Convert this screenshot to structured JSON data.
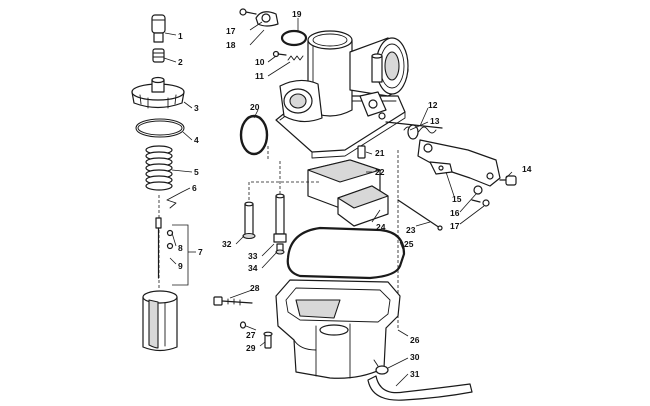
{
  "diagram": {
    "callouts": {
      "c1": "1",
      "c2": "2",
      "c3": "3",
      "c4": "4",
      "c5": "5",
      "c6": "6",
      "c7": "7",
      "c8": "8",
      "c9": "9",
      "c10": "10",
      "c11": "11",
      "c12": "12",
      "c13": "13",
      "c14": "14",
      "c15": "15",
      "c16": "16",
      "c17a": "17",
      "c17b": "17",
      "c18": "18",
      "c19": "19",
      "c20": "20",
      "c21": "21",
      "c22": "22",
      "c23": "23",
      "c24": "24",
      "c25": "25",
      "c26": "26",
      "c27": "27",
      "c28": "28",
      "c29": "29",
      "c30": "30",
      "c31": "31",
      "c32": "32",
      "c33": "33",
      "c34": "34"
    }
  }
}
